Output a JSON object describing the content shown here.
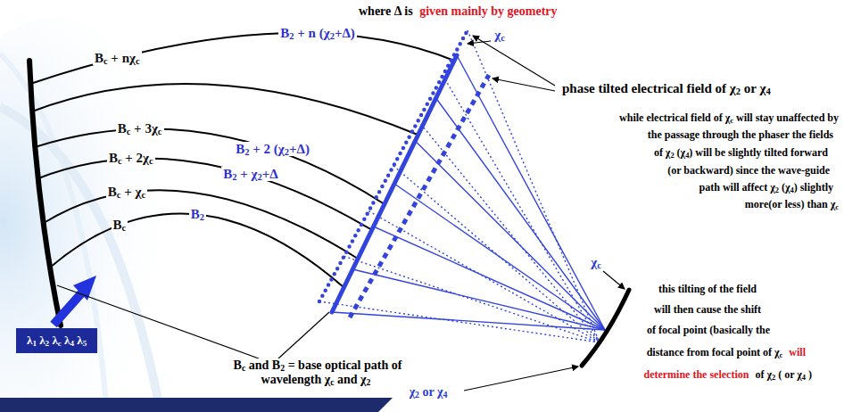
{
  "diagram": {
    "nodes": [
      {
        "text": [
          "λ1 λ2 λc λ4 λ5"
        ]
      }
    ],
    "labels": [
      "where Δ is",
      "given mainly by geometry",
      "B2 + n (χ2+Δ)",
      "Bc + nχc",
      "Bc + 3χc",
      "B2 + 2 (χ2+Δ)",
      "Bc + 2χc",
      "B2 + χ2+Δ",
      "Bc + χc",
      "Bc",
      "B2",
      "χc",
      "phase tilted electrical field of χ2 or χ4",
      "while electrical field of χc will stay unaffected by",
      "the passage through the phaser the fields",
      "of χ2 (χ4) will be slightly tilted forward",
      "(or backward) since the wave-guide",
      "path will affect χ2 (χ4) slightly",
      "more(or less) than χc",
      "χc",
      "this tilting of the field",
      "will then cause the shift",
      "of focal point (basically the",
      "distance from focal point of χc",
      "will",
      "determine the selection",
      "of χ2 ( or χ4 )",
      "Bc and B2 = base optical path of wavelength χc and χ2",
      "χ2 or χ4"
    ]
  }
}
